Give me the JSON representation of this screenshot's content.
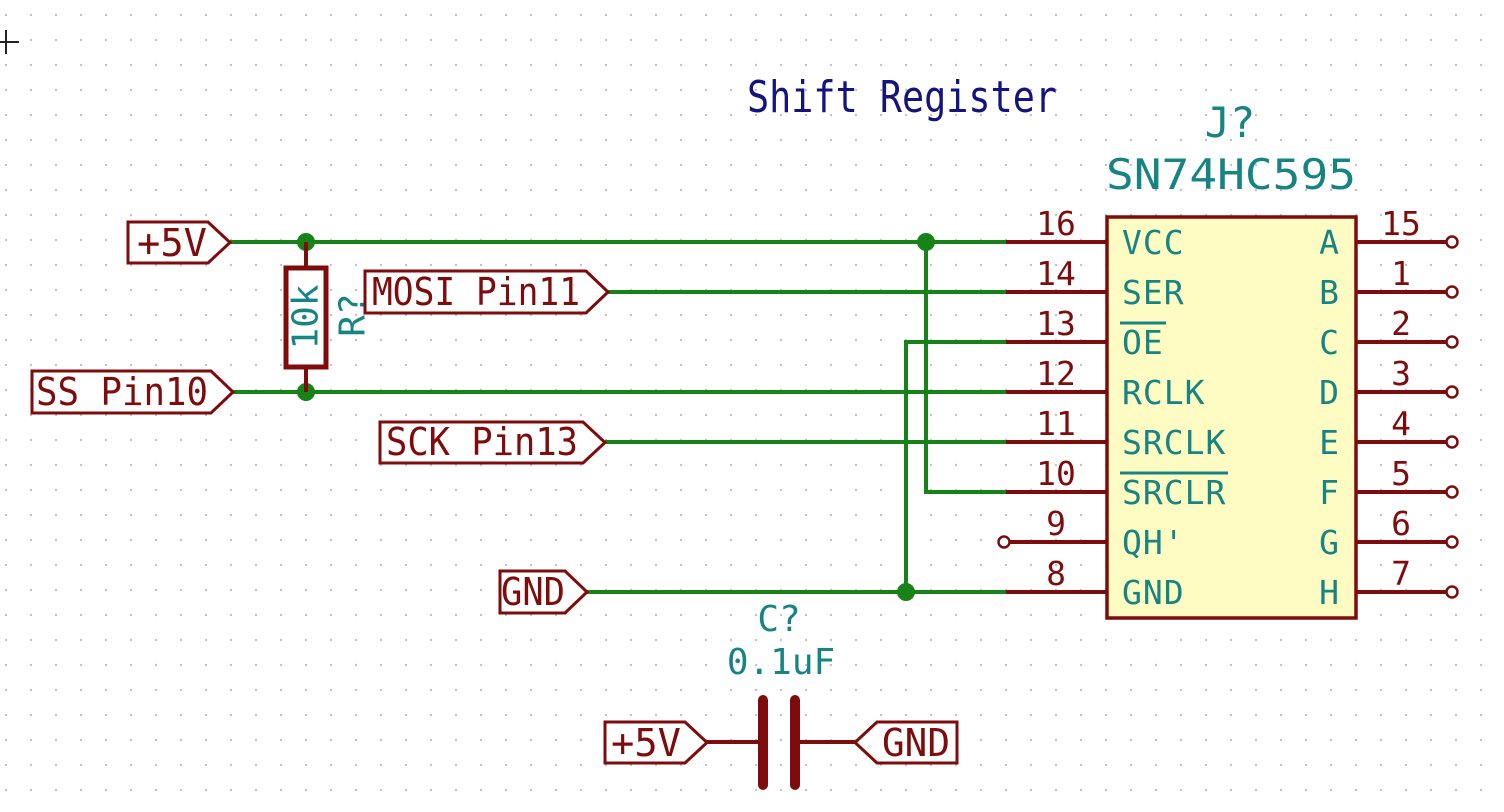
{
  "title": {
    "text": "Shift Register"
  },
  "ic": {
    "reference": "J?",
    "value": "SN74HC595",
    "left_pins": [
      {
        "number": "16",
        "name": "VCC"
      },
      {
        "number": "14",
        "name": "SER"
      },
      {
        "number": "13",
        "name": "OE",
        "overline": true
      },
      {
        "number": "12",
        "name": "RCLK"
      },
      {
        "number": "11",
        "name": "SRCLK"
      },
      {
        "number": "10",
        "name": "SRCLR",
        "overline": true
      },
      {
        "number": "9",
        "name": "QH'"
      },
      {
        "number": "8",
        "name": "GND"
      }
    ],
    "right_pins": [
      {
        "number": "15",
        "name": "A"
      },
      {
        "number": "1",
        "name": "B"
      },
      {
        "number": "2",
        "name": "C"
      },
      {
        "number": "3",
        "name": "D"
      },
      {
        "number": "4",
        "name": "E"
      },
      {
        "number": "5",
        "name": "F"
      },
      {
        "number": "6",
        "name": "G"
      },
      {
        "number": "7",
        "name": "H"
      }
    ]
  },
  "resistor": {
    "reference": "R?",
    "value": "10k"
  },
  "capacitor": {
    "reference": "C?",
    "value": "0.1uF"
  },
  "global_labels": {
    "vcc_top": "+5V",
    "mosi": "MOSI_Pin11",
    "ss": "SS_Pin10",
    "sck": "SCK_Pin13",
    "gnd_left": "GND",
    "vcc_cap": "+5V",
    "gnd_cap": "GND"
  },
  "colors": {
    "wire": "#178217",
    "symbol": "#7e0c0c",
    "pin_name": "#178484",
    "label": "#7e0c0c",
    "title": "#14147e",
    "ic_fill": "#fffcc3",
    "grid_dot": "#c2c2c2",
    "background": "#ffffff"
  }
}
